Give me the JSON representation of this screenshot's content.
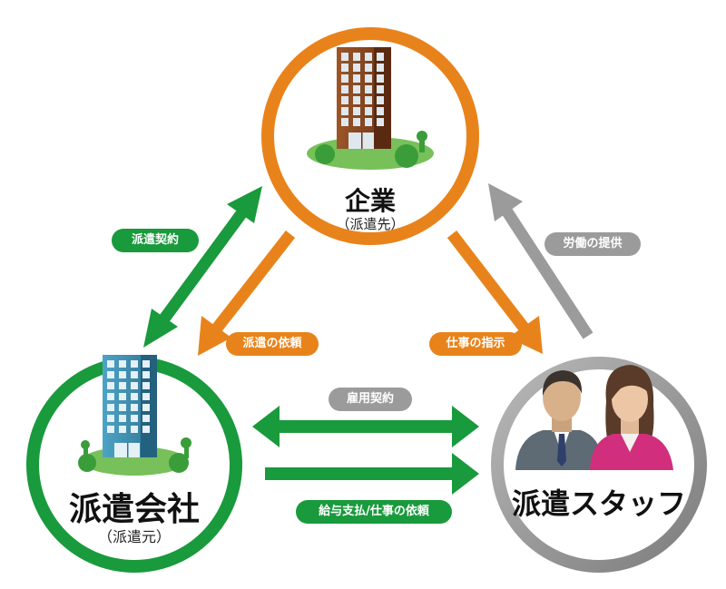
{
  "nodes": {
    "company": {
      "title": "企業",
      "subtitle": "（派遣先）"
    },
    "agency": {
      "title": "派遣会社",
      "subtitle": "（派遣元）"
    },
    "staff": {
      "title": "派遣スタッフ"
    }
  },
  "edges": {
    "dispatch_contract": "派遣契約",
    "dispatch_request": "派遣の依頼",
    "work_instruction": "仕事の指示",
    "labor_provision": "労働の提供",
    "employment_contract": "雇用契約",
    "pay_and_work_request": "給与支払/仕事の依頼"
  },
  "colors": {
    "orange": "#e8831b",
    "green": "#199a3c",
    "gray": "#9b9b9b",
    "building_brown": "#8a4a22",
    "building_blue": "#3f8fb3",
    "grass": "#77c05a"
  }
}
